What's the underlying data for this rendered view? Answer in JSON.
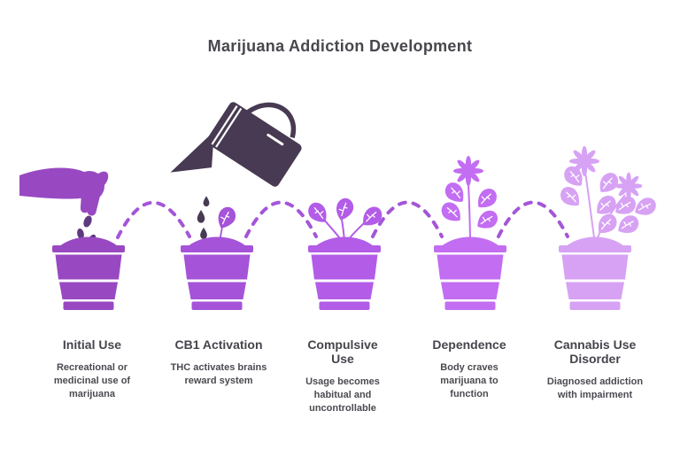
{
  "title": "Marijuana Addiction Development",
  "colors": {
    "title_text": "#47474d",
    "body_text": "#4a4a51",
    "pot1": "#9849c2",
    "pot2": "#a553d9",
    "pot3": "#b25ce8",
    "pot4": "#c26df2",
    "pot5": "#d7a2f4",
    "hand": "#9849c2",
    "watering_can": "#473a52",
    "water_drop": "#473a52",
    "seed": "#5d3a80",
    "arc": "#a455d8"
  },
  "stages": [
    {
      "title": "Initial Use",
      "title_lines": [
        "Initial Use"
      ],
      "desc": "Recreational or medicinal use of marijuana",
      "desc_lines": [
        "Recreational or",
        "medicinal use of",
        "marijuana"
      ]
    },
    {
      "title": "CB1 Activation",
      "title_lines": [
        "CB1 Activation"
      ],
      "desc": "THC activates brains reward system",
      "desc_lines": [
        "THC activates brains",
        "reward system"
      ]
    },
    {
      "title": "Compulsive Use",
      "title_lines": [
        "Compulsive",
        "Use"
      ],
      "desc": "Usage becomes habitual and uncontrollable",
      "desc_lines": [
        "Usage becomes",
        "habitual and",
        "uncontrollable"
      ]
    },
    {
      "title": "Dependence",
      "title_lines": [
        "Dependence"
      ],
      "desc": "Body craves marijuana to function",
      "desc_lines": [
        "Body craves",
        "marijuana to",
        "function"
      ]
    },
    {
      "title": "Cannabis Use Disorder",
      "title_lines": [
        "Cannabis Use",
        "Disorder"
      ],
      "desc": "Diagnosed addiction with impairment",
      "desc_lines": [
        "Diagnosed addiction",
        "with impairment"
      ]
    }
  ]
}
